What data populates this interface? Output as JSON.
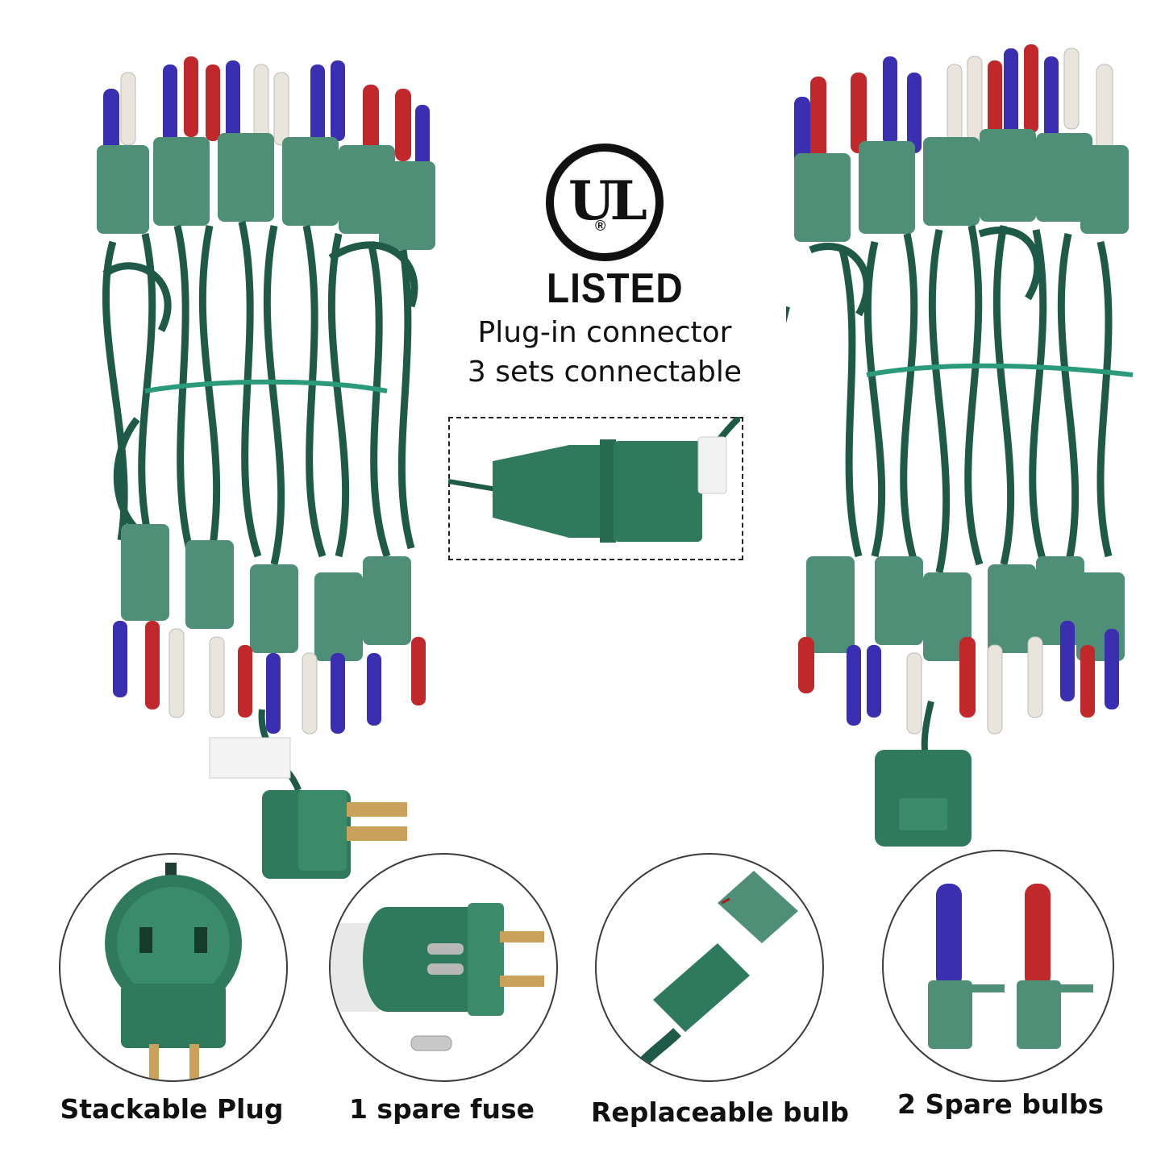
{
  "logo": {
    "brand_letters": "UL",
    "registered_mark": "®",
    "listed_label": "LISTED"
  },
  "headline": {
    "line1": "Plug-in connector",
    "line2": "3 sets connectable"
  },
  "details": [
    {
      "caption": "Stackable Plug"
    },
    {
      "caption": "1 spare fuse"
    },
    {
      "caption": "Replaceable bulb"
    },
    {
      "caption": "2 Spare bulbs"
    }
  ],
  "colors": {
    "wire_green": "#1f5a48",
    "socket_green": "#4f8f78",
    "bulb_red": "#c0282c",
    "bulb_blue": "#3a2fb0",
    "bulb_clear": "#e9e4dc",
    "background": "#ffffff"
  }
}
